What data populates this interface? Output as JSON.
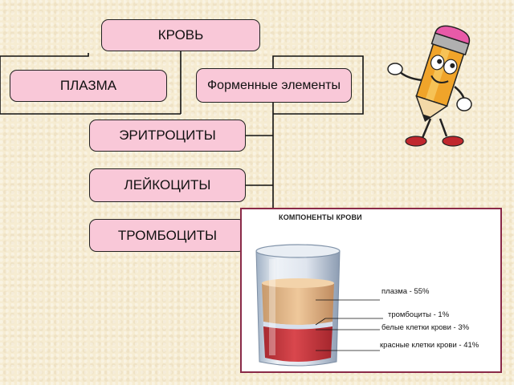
{
  "diagram": {
    "root": "КРОВЬ",
    "plasma": "ПЛАЗМА",
    "formed": "Форменные элементы",
    "cells": [
      "ЭРИТРОЦИТЫ",
      "ЛЕЙКОЦИТЫ",
      "ТРОМБОЦИТЫ"
    ]
  },
  "components_panel": {
    "title": "КОМПОНЕНТЫ КРОВИ",
    "labels": [
      "плазма - 55%",
      "тромбоциты - 1%",
      "белые клетки крови - 3%",
      "красные клетки крови - 41%"
    ],
    "fractions": {
      "plasma": 55,
      "platelets": 1,
      "white_cells": 3,
      "red_cells": 41
    },
    "colors": {
      "plasma": "#e8b98a",
      "red": "#c5343c",
      "white": "#cfd7e6",
      "platelets": "#b07a60"
    }
  },
  "colors": {
    "node_fill": "#f9c8d8",
    "panel_border": "#8a2a48"
  },
  "mascot_icon": "pencil-mascot-icon"
}
